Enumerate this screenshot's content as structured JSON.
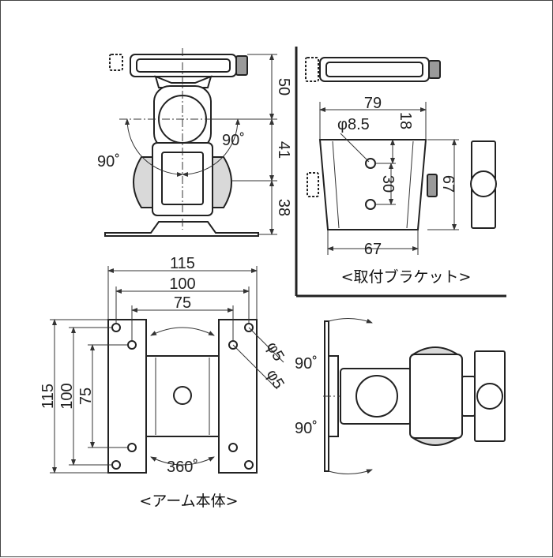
{
  "captions": {
    "bracket": "<取付ブラケット>",
    "arm_body": "<アーム本体>"
  },
  "front_view": {
    "dim_top": "50",
    "dim_mid": "41",
    "dim_bottom": "38",
    "angle_left": "90˚",
    "angle_right": "90˚"
  },
  "bracket_view": {
    "width_top": "79",
    "hole_diameter": "φ8.5",
    "dim_18": "18",
    "hole_spacing": "30",
    "height": "67",
    "width_bottom": "67"
  },
  "plate_view": {
    "width_outer": "115",
    "width_mid": "100",
    "width_inner": "75",
    "height_outer": "115",
    "height_mid": "100",
    "height_inner": "75",
    "hole_a": "φ5",
    "hole_b": "φ5",
    "rotation": "360˚"
  },
  "side_view": {
    "angle_top": "90˚",
    "angle_bottom": "90˚"
  }
}
